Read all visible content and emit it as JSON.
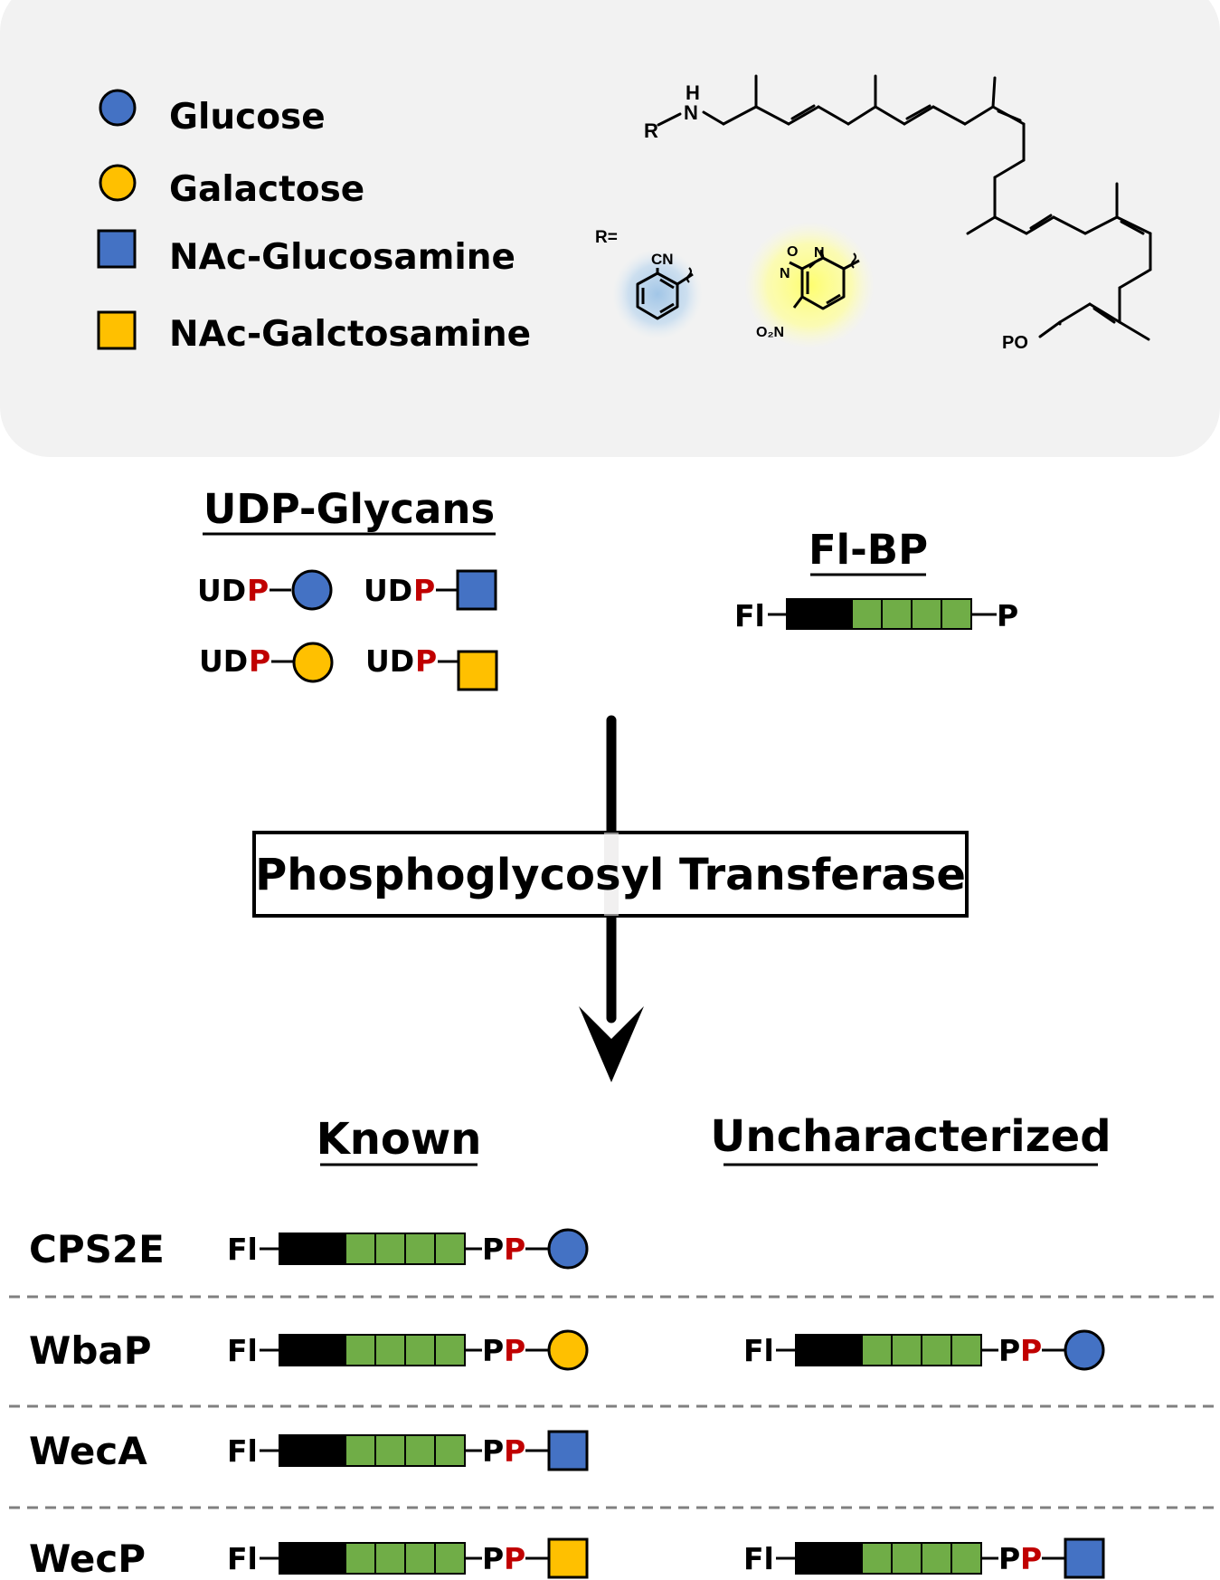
{
  "colors": {
    "glucose": "#4472C4",
    "galactose": "#FFC000",
    "bp_green": "#70AD47",
    "phosphate_red": "#C00000",
    "panel_bg": "#F2F2F2",
    "cn_glow": "#9DC3E6",
    "nbd_glow": "#FFFF66"
  },
  "legend": {
    "items": [
      {
        "label": "Glucose",
        "shape": "circle",
        "color": "#4472C4"
      },
      {
        "label": "Galactose",
        "shape": "circle",
        "color": "#FFC000"
      },
      {
        "label": "NAc-Glucosamine",
        "shape": "square",
        "color": "#4472C4"
      },
      {
        "label": "NAc-Galctosamine",
        "shape": "square",
        "color": "#FFC000"
      }
    ]
  },
  "structure": {
    "r_label": "R",
    "n_label": "N",
    "h_label": "H",
    "r_def": "R=",
    "cn_label": "CN",
    "o2n_label": "O₂N",
    "o_label": "O",
    "n1_label": "N",
    "n2_label": "N",
    "po_label": "PO"
  },
  "udp_glycans": {
    "title": "UDP-Glycans",
    "ud": "UD",
    "p": "P",
    "items": [
      {
        "sugar": "glucose",
        "shape": "circle"
      },
      {
        "sugar": "nac-glucosamine",
        "shape": "square"
      },
      {
        "sugar": "galactose",
        "shape": "circle"
      },
      {
        "sugar": "nac-galactosamine",
        "shape": "square"
      }
    ]
  },
  "fl_bp": {
    "title": "Fl-BP",
    "fl": "Fl",
    "p": "P"
  },
  "enzyme_box": {
    "label": "Phosphoglycosyl Transferase"
  },
  "columns": {
    "known": "Known",
    "uncharacterized": "Uncharacterized"
  },
  "product": {
    "fl": "Fl",
    "p1": "P",
    "p2": "P"
  },
  "rows": [
    {
      "name": "CPS2E",
      "known": {
        "shape": "circle",
        "color": "#4472C4"
      },
      "uncharacterized": null
    },
    {
      "name": "WbaP",
      "known": {
        "shape": "circle",
        "color": "#FFC000"
      },
      "uncharacterized": {
        "shape": "circle",
        "color": "#4472C4"
      }
    },
    {
      "name": "WecA",
      "known": {
        "shape": "square",
        "color": "#4472C4"
      },
      "uncharacterized": null
    },
    {
      "name": "WecP",
      "known": {
        "shape": "square",
        "color": "#FFC000"
      },
      "uncharacterized": {
        "shape": "square",
        "color": "#4472C4"
      }
    }
  ]
}
